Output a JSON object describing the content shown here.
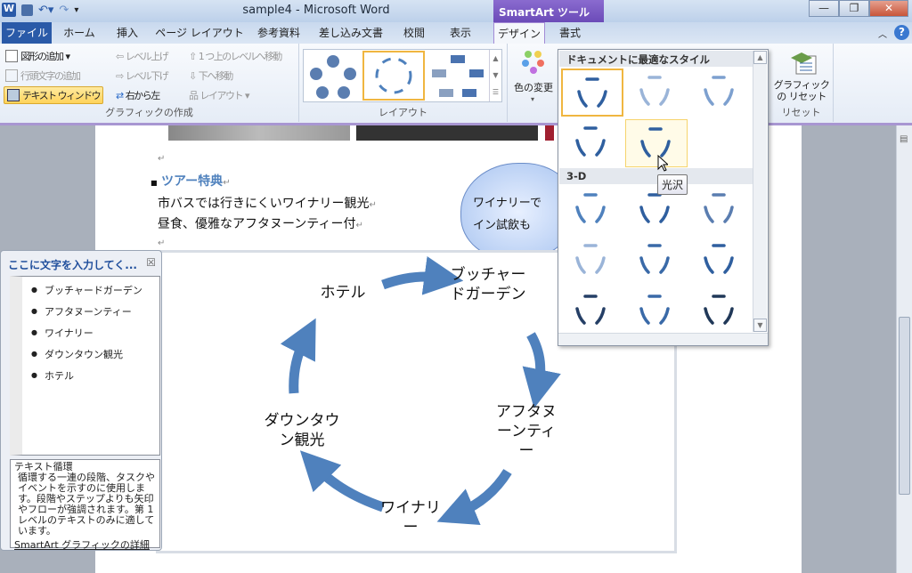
{
  "window": {
    "title": "sample4 - Microsoft Word",
    "context_tab": "SmartArt ツール",
    "min": "—",
    "restore": "❐",
    "close": "✕"
  },
  "tabs": [
    "ファイル",
    "ホーム",
    "挿入",
    "ページ レイアウト",
    "参考資料",
    "差し込み文書",
    "校閲",
    "表示",
    "デザイン",
    "書式"
  ],
  "ribbon": {
    "create": {
      "add_shape": "図形の追加",
      "add_bullet": "行頭文字の追加",
      "text_pane": "テキスト ウィンドウ",
      "promote": "レベル上げ",
      "demote": "レベル下げ",
      "rtl": "右から左",
      "move_up": "1 つ上のレベルへ移動",
      "move_down": "下へ移動",
      "layout": "レイアウト",
      "label": "グラフィックの作成"
    },
    "layouts": {
      "label": "レイアウト"
    },
    "colors": {
      "label": "色の変更"
    },
    "reset": {
      "button": "グラフィックの リセット",
      "label": "リセット"
    }
  },
  "gallery": {
    "section1": "ドキュメントに最適なスタイル",
    "section2": "3-D",
    "tooltip": "光沢"
  },
  "document": {
    "heading": "ツアー特典",
    "line1": "市バスでは行きにくいワイナリー観光",
    "line2": "昼食、優雅なアフタヌーンティー付",
    "cloud_line1": "ワイナリーで",
    "cloud_line2": "イン試飲も"
  },
  "text_pane": {
    "title": "ここに文字を入力してく...",
    "close": "☒",
    "items": [
      "ブッチャードガーデン",
      "アフタヌーンティー",
      "ワイナリー",
      "ダウンタウン観光",
      "ホテル"
    ],
    "desc_title": "テキスト循環",
    "desc": "循環する一連の段階、タスクやイベントを示すのに使用します。段階やステップよりも矢印やフローが強調されます。第 1 レベルのテキストのみに適しています。",
    "link": "SmartArt グラフィックの詳細"
  },
  "diagram": {
    "nodes": [
      "ブッチャードガーデン",
      "アフタヌーンティー",
      "ワイナリー",
      "ダウンタウン観光",
      "ホテル"
    ],
    "color": "#4f81bd"
  }
}
